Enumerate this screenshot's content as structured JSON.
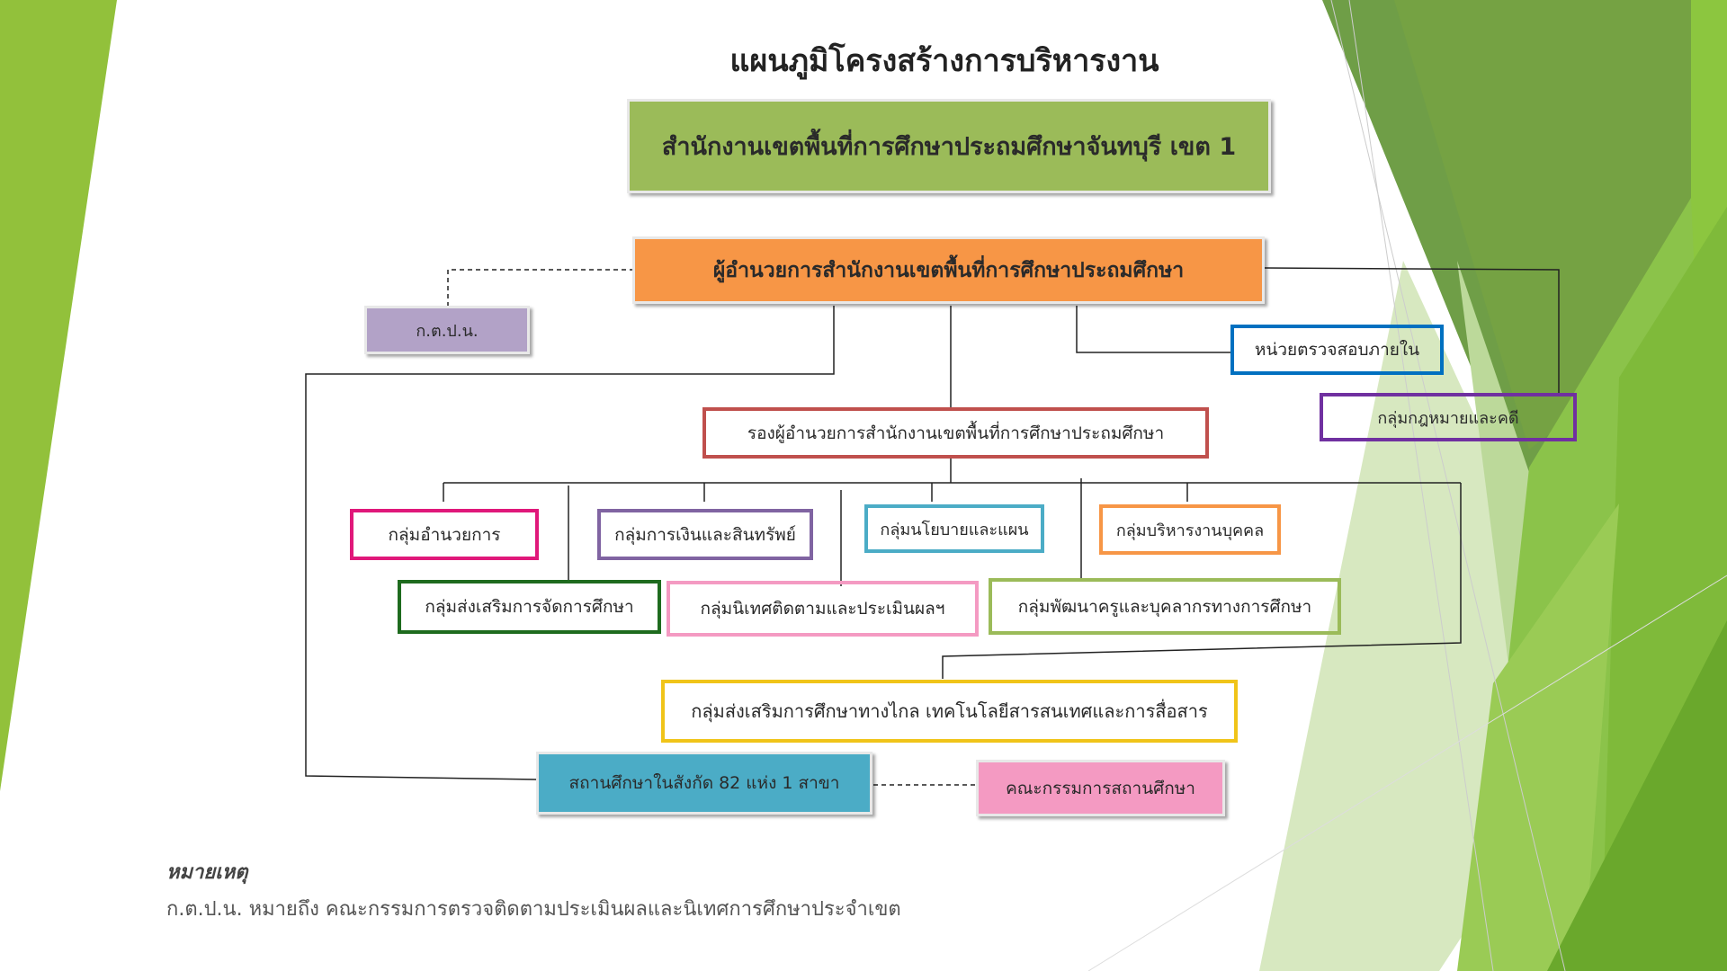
{
  "title": "แผนภูมิโครงสร้างการบริหารงาน",
  "office": "สำนักงานเขตพื้นที่การศึกษาประถมศึกษาจันทบุรี  เขต 1",
  "director": "ผู้อำนวยการสำนักงานเขตพื้นที่การศึกษาประถมศึกษา",
  "committee": "ก.ต.ป.น.",
  "internal_audit": "หน่วยตรวจสอบภายใน",
  "legal": "กลุ่มกฎหมายและคดี",
  "deputy": "รองผู้อำนวยการสำนักงานเขตพื้นที่การศึกษาประถมศึกษา",
  "groups": {
    "admin": "กลุ่มอำนวยการ",
    "finance": "กลุ่มการเงินและสินทรัพย์",
    "policy": "กลุ่มนโยบายและแผน",
    "personnel": "กลุ่มบริหารงานบุคคล",
    "promotion": "กลุ่มส่งเสริมการจัดการศึกษา",
    "supervision": "กลุ่มนิเทศติดตามและประเมินผลฯ",
    "development": "กลุ่มพัฒนาครูและบุคลากรทางการศึกษา",
    "distance_ict": "กลุ่มส่งเสริมการศึกษาทางไกล  เทคโนโลยีสารสนเทศและการสื่อสาร"
  },
  "schools": "สถานศึกษาในสังกัด   82 แห่ง 1 สาขา",
  "school_board": "คณะกรรมการสถานศึกษา",
  "note_heading": "หมายเหตุ",
  "note_text": "ก.ต.ป.น. หมายถึง คณะกรรมการตรวจติดตามประเมินผลและนิเทศการศึกษาประจำเขต",
  "colors": {
    "green_fill": "#9bbb59",
    "orange_fill": "#f79646",
    "purple_fill": "#b2a2c7",
    "teal_fill": "#4bacc6",
    "pink_fill": "#f49ac2",
    "blue_border": "#0070c0",
    "purple_border": "#7030a0",
    "brown_border": "#c0504d",
    "magenta_border": "#e0187a",
    "violet_border": "#8064a2",
    "cyan_border": "#4bacc6",
    "orange_border": "#f79646",
    "darkgreen_border": "#1e6b1e",
    "lightpink_border": "#f49ac2",
    "olive_border": "#9bbb59",
    "yellow_border": "#f0c419"
  }
}
